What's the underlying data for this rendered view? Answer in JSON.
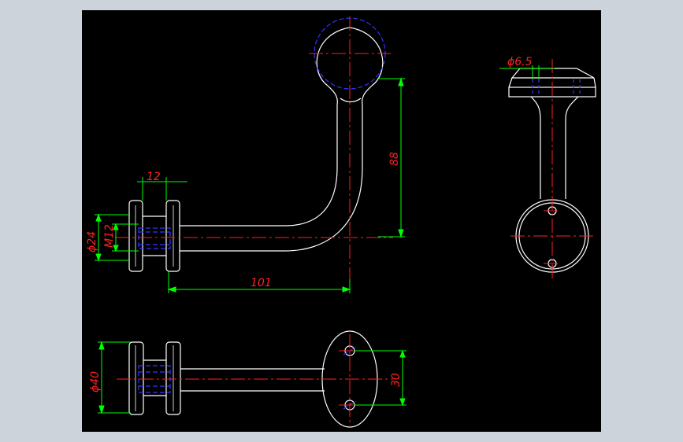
{
  "colors": {
    "background_page": "#cdd3db",
    "background_drawing": "#000000",
    "outline": "#ffffff",
    "centerline": "#ff2020",
    "dimension": "#00ff00",
    "dimension_text": "#ff2020",
    "hidden": "#3333ff"
  },
  "dimensions": {
    "d12": "12",
    "d88": "88",
    "d24": "ϕ24",
    "m12": "M12",
    "d101": "101",
    "d65": "ϕ6.5",
    "d40": "ϕ40",
    "d30": "30"
  }
}
